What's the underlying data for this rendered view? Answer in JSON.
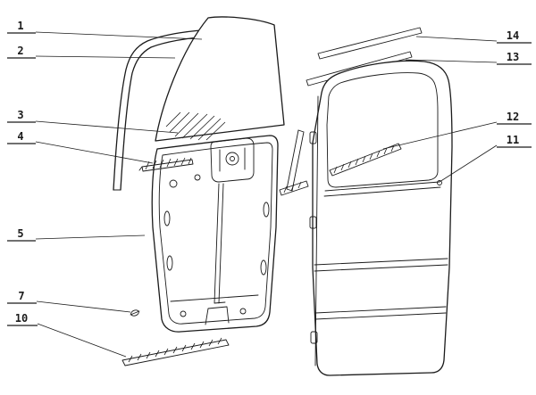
{
  "figure": {
    "colors": {
      "background": "#ffffff",
      "ink": "#1b1b1b"
    },
    "callouts": [
      "1",
      "2",
      "3",
      "4",
      "5",
      "7",
      "10",
      "11",
      "12",
      "13",
      "14"
    ]
  }
}
